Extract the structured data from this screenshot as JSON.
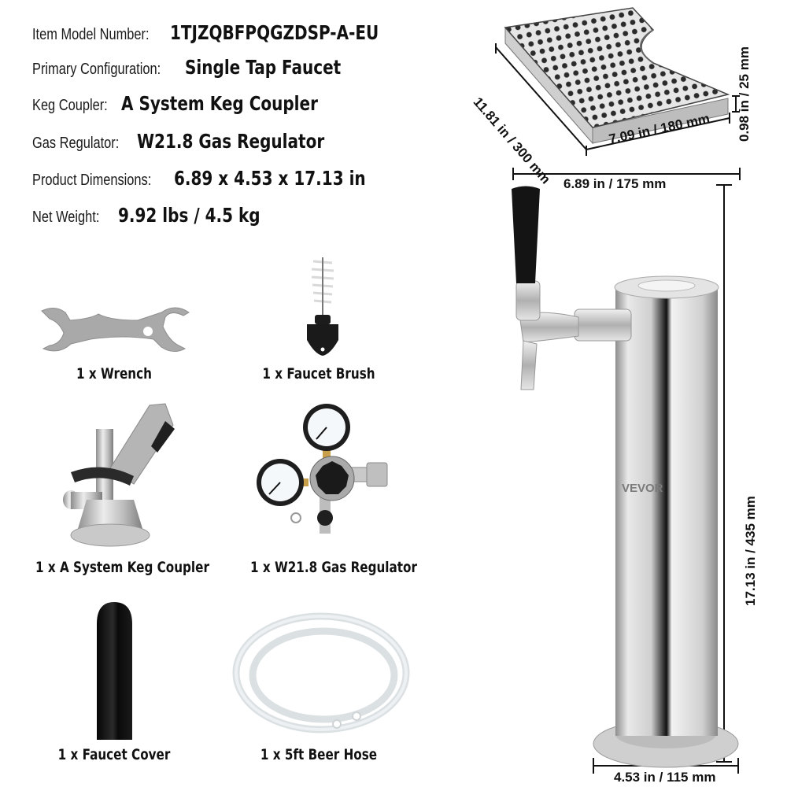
{
  "specs": [
    {
      "label": "Item Model Number:",
      "value": "1TJZQBFPQGZDSP-A-EU"
    },
    {
      "label": "Primary Configuration:",
      "value": "Single Tap Faucet"
    },
    {
      "label": "Keg Coupler:",
      "value": "A System Keg Coupler"
    },
    {
      "label": "Gas Regulator:",
      "value": "W21.8 Gas Regulator"
    },
    {
      "label": "Product Dimensions:",
      "value": "6.89 x 4.53 x 17.13 in"
    },
    {
      "label": "Net Weight:",
      "value": "9.92 lbs / 4.5 kg"
    }
  ],
  "accessories": [
    {
      "caption": "1 x Wrench",
      "icon": "wrench-icon"
    },
    {
      "caption": "1 x Faucet Brush",
      "icon": "faucet-brush-icon"
    },
    {
      "caption": "1 x A System Keg Coupler",
      "icon": "keg-coupler-icon"
    },
    {
      "caption": "1 x W21.8 Gas Regulator",
      "icon": "gas-regulator-icon"
    },
    {
      "caption": "1 x Faucet Cover",
      "icon": "faucet-cover-icon"
    },
    {
      "caption": "1 x 5ft Beer Hose",
      "icon": "beer-hose-icon"
    }
  ],
  "drip_tray": {
    "length": "11.81 in / 300 mm",
    "width": "7.09 in / 180 mm",
    "height": "0.98 in / 25 mm"
  },
  "tower": {
    "width": "6.89 in / 175 mm",
    "height": "17.13 in / 435 mm",
    "base": "4.53 in / 115 mm",
    "brand_mark": "VEVOR"
  }
}
